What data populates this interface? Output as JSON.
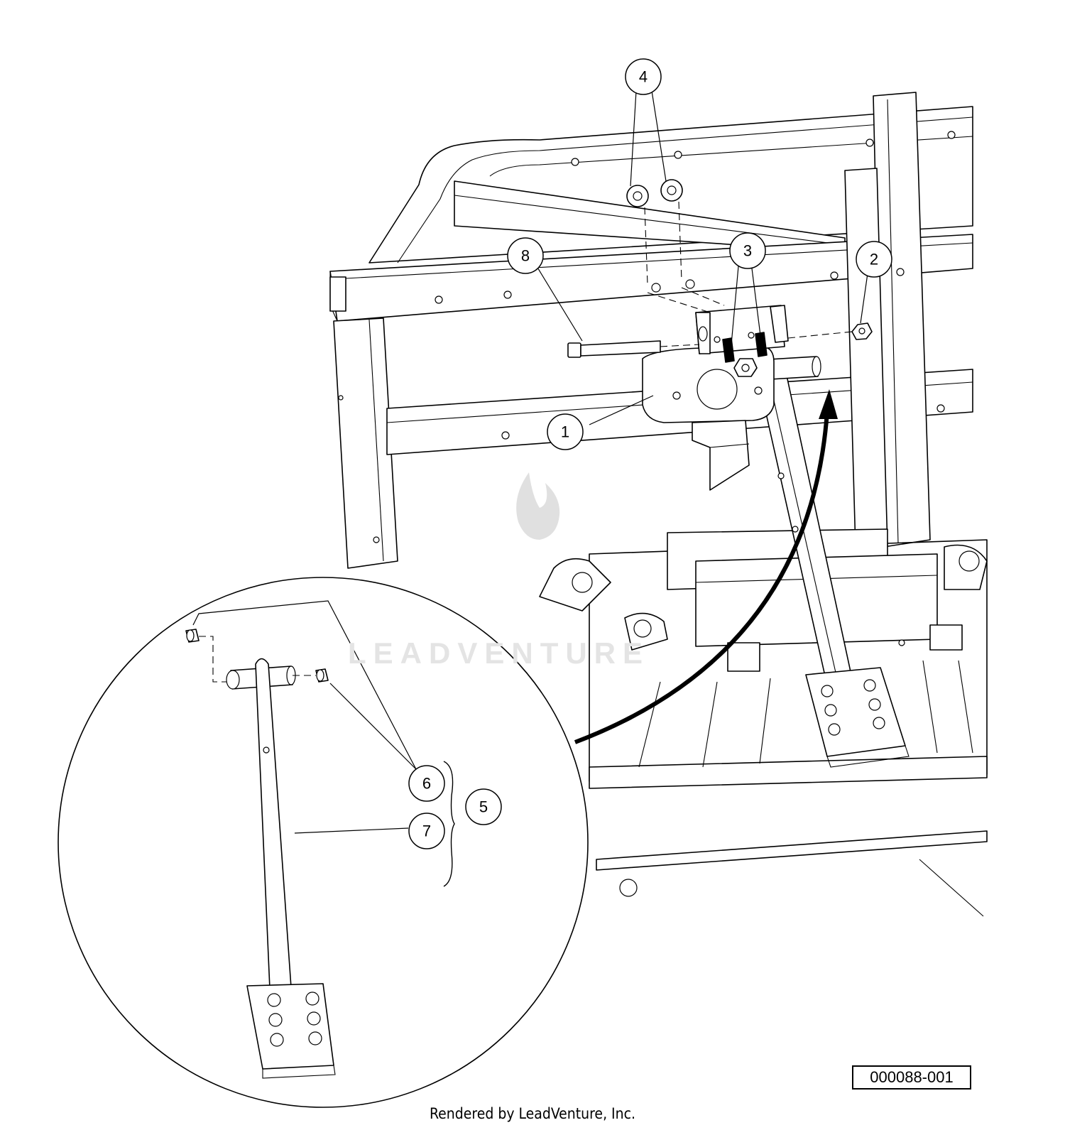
{
  "diagram": {
    "id_label": "000088-001",
    "credit": "Rendered by LeadVenture, Inc.",
    "watermark": "LEADVENTURE"
  },
  "callouts": [
    {
      "key": "c1",
      "label": "1"
    },
    {
      "key": "c2",
      "label": "2"
    },
    {
      "key": "c3",
      "label": "3"
    },
    {
      "key": "c4",
      "label": "4"
    },
    {
      "key": "c5",
      "label": "5"
    },
    {
      "key": "c6",
      "label": "6"
    },
    {
      "key": "c7",
      "label": "7"
    },
    {
      "key": "c8",
      "label": "8"
    }
  ]
}
